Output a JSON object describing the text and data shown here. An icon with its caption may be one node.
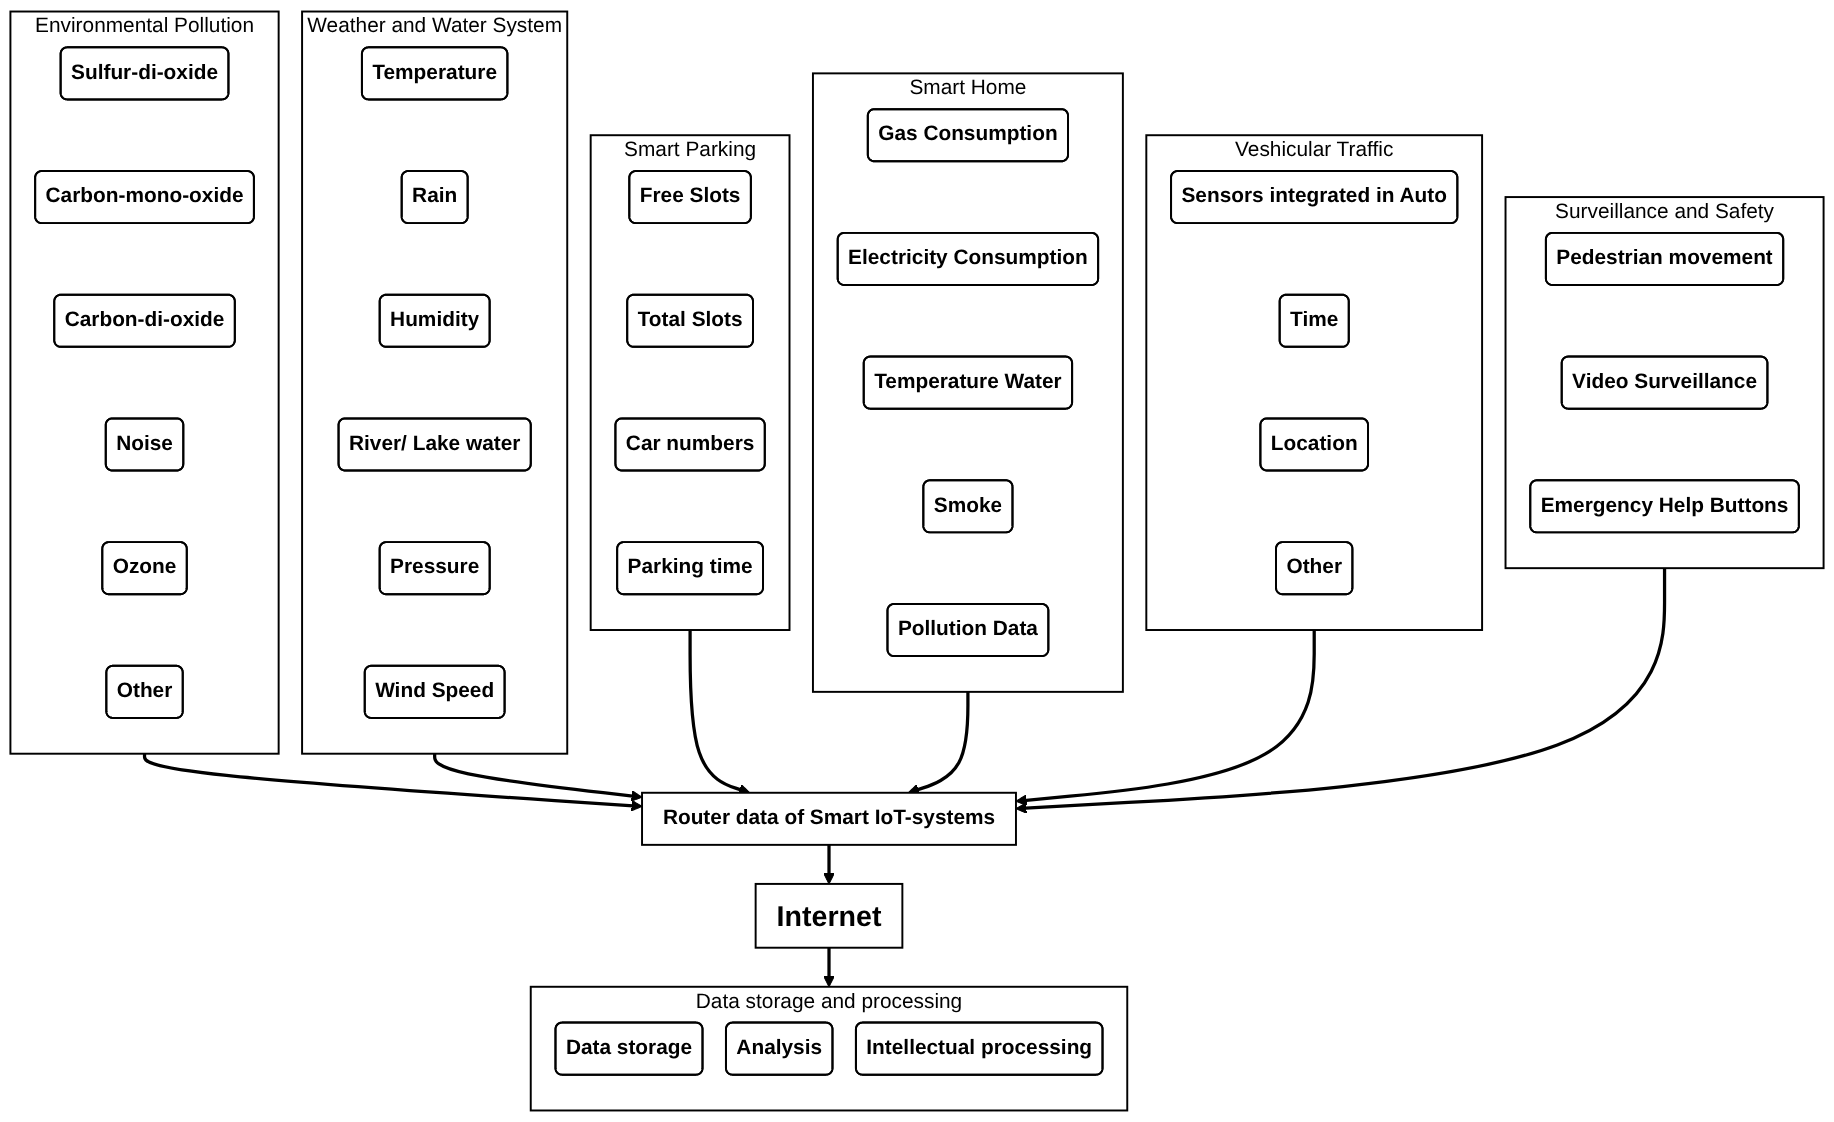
{
  "diagram": {
    "nodes": [
      {
        "text": [
          "Environmental Pollution"
        ]
      },
      {
        "text": [
          "Sulfur-di-oxide"
        ],
        "in": 0
      },
      {
        "text": [
          "Carbon-mono-oxide"
        ],
        "in": 0
      },
      {
        "text": [
          "Carbon-di-oxide"
        ],
        "in": 0
      },
      {
        "text": [
          "Noise"
        ],
        "in": 0
      },
      {
        "text": [
          "Ozone"
        ],
        "in": 0
      },
      {
        "text": [
          "Other"
        ],
        "in": 0
      },
      {
        "text": [
          "Weather and Water System"
        ]
      },
      {
        "text": [
          "Temperature"
        ],
        "in": 7
      },
      {
        "text": [
          "Rain"
        ],
        "in": 7
      },
      {
        "text": [
          "Humidity"
        ],
        "in": 7
      },
      {
        "text": [
          "River/ Lake water"
        ],
        "in": 7
      },
      {
        "text": [
          "Pressure"
        ],
        "in": 7
      },
      {
        "text": [
          "Wind Speed"
        ],
        "in": 7
      },
      {
        "text": [
          "Smart Parking"
        ]
      },
      {
        "text": [
          "Free Slots"
        ],
        "in": 14
      },
      {
        "text": [
          "Total Slots"
        ],
        "in": 14
      },
      {
        "text": [
          "Car numbers"
        ],
        "in": 14
      },
      {
        "text": [
          "Parking time"
        ],
        "in": 14
      },
      {
        "text": [
          "Smart Home"
        ]
      },
      {
        "text": [
          "Gas Consumption"
        ],
        "in": 19
      },
      {
        "text": [
          "Electricity Consumption"
        ],
        "in": 19
      },
      {
        "text": [
          "Temperature Water"
        ],
        "in": 19
      },
      {
        "text": [
          "Smoke"
        ],
        "in": 19
      },
      {
        "text": [
          "Pollution Data"
        ],
        "in": 19
      },
      {
        "text": [
          "Veshicular Traffic"
        ]
      },
      {
        "text": [
          "Sensors integrated in Auto"
        ],
        "in": 25
      },
      {
        "text": [
          "Time"
        ],
        "in": 25
      },
      {
        "text": [
          "Location"
        ],
        "in": 25
      },
      {
        "text": [
          "Other"
        ],
        "in": 25
      },
      {
        "text": [
          "Router data of Smart IoT-systems"
        ]
      },
      {
        "text": [
          "Surveillance and Safety"
        ]
      },
      {
        "text": [
          "Pedestrian movement"
        ],
        "in": 31
      },
      {
        "text": [
          "Video Surveillance"
        ],
        "in": 31
      },
      {
        "text": [
          "Emergency Help Buttons"
        ],
        "in": 31
      },
      {
        "text": [
          "Internet"
        ]
      },
      {
        "text": [
          "Data storage and processing"
        ]
      },
      {
        "text": [
          "Data storage"
        ],
        "in": 36
      },
      {
        "text": [
          "Analysis"
        ],
        "in": 36
      },
      {
        "text": [
          "Intellectual processing"
        ],
        "in": 36
      }
    ],
    "edges": [
      {
        "from": 0,
        "to": 30,
        "arrow": "to"
      },
      {
        "from": 7,
        "to": 30,
        "arrow": "to"
      },
      {
        "from": 14,
        "to": 30,
        "arrow": "to"
      },
      {
        "from": 19,
        "to": 30,
        "arrow": "to"
      },
      {
        "from": 25,
        "to": 30,
        "arrow": "to"
      },
      {
        "from": 31,
        "to": 30,
        "arrow": "to"
      },
      {
        "from": 30,
        "to": 35,
        "arrow": "to"
      },
      {
        "from": 35,
        "to": 36,
        "arrow": "to"
      }
    ]
  }
}
